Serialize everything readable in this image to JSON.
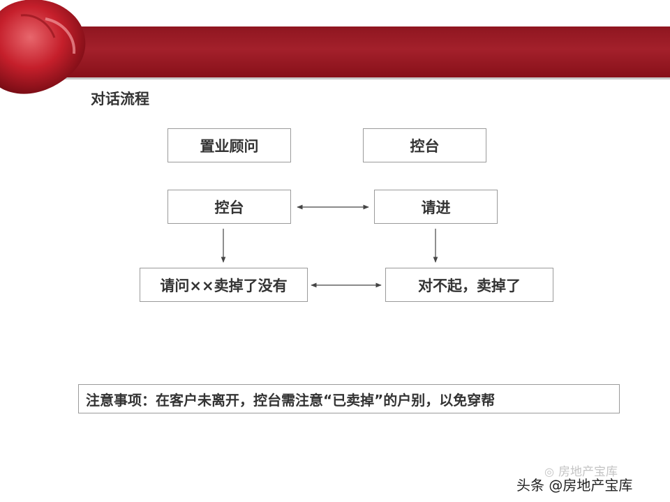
{
  "section_title": "对话流程",
  "diagram": {
    "headers": {
      "left": "置业顾问",
      "right": "控台"
    },
    "row1": {
      "left": "控台",
      "right": "请进"
    },
    "row2": {
      "left": "请问××卖掉了没有",
      "right": "对不起，卖掉了"
    }
  },
  "note": "注意事项：在客户未离开，控台需注意“已卖掉”的户别，以免穿帮",
  "watermark": {
    "secondary": "房地产宝库",
    "primary": "头条 @房地产宝库"
  },
  "colors": {
    "brand_red": "#9b1b24",
    "border_gray": "#9a9a9a",
    "text_dark": "#333333"
  }
}
